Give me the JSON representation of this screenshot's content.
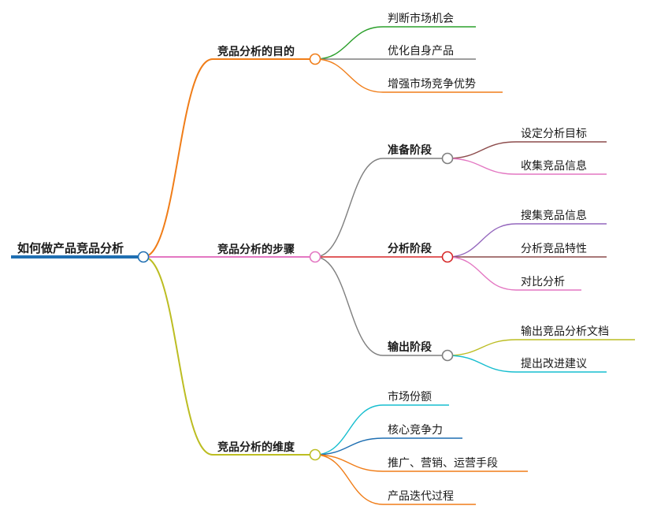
{
  "root": {
    "label": "如何做产品竞品分析",
    "color": "#1f6fb2"
  },
  "branches": [
    {
      "label": "竞品分析的目的",
      "color": "#f07d18",
      "children": [
        {
          "label": "判断市场机会",
          "color": "#2ca02c"
        },
        {
          "label": "优化自身产品",
          "color": "#7f7f7f"
        },
        {
          "label": "增强市场竞争优势",
          "color": "#f07d18"
        }
      ]
    },
    {
      "label": "竞品分析的步骤",
      "color": "#e377c2",
      "children": [
        {
          "label": "准备阶段",
          "color": "#7f7f7f",
          "children": [
            {
              "label": "设定分析目标",
              "color": "#8c4b4b"
            },
            {
              "label": "收集竞品信息",
              "color": "#e377c2"
            }
          ]
        },
        {
          "label": "分析阶段",
          "color": "#d62728",
          "children": [
            {
              "label": "搜集竞品信息",
              "color": "#9467bd"
            },
            {
              "label": "分析竞品特性",
              "color": "#8c4b4b"
            },
            {
              "label": "对比分析",
              "color": "#e377c2"
            }
          ]
        },
        {
          "label": "输出阶段",
          "color": "#7f7f7f",
          "children": [
            {
              "label": "输出竞品分析文档",
              "color": "#bcbd22"
            },
            {
              "label": "提出改进建议",
              "color": "#17becf"
            }
          ]
        }
      ]
    },
    {
      "label": "竞品分析的维度",
      "color": "#bcbd22",
      "children": [
        {
          "label": "市场份额",
          "color": "#17becf"
        },
        {
          "label": "核心竞争力",
          "color": "#1f6fb2"
        },
        {
          "label": "推广、营销、运营手段",
          "color": "#f07d18"
        },
        {
          "label": "产品迭代过程",
          "color": "#f07d18"
        }
      ]
    }
  ]
}
